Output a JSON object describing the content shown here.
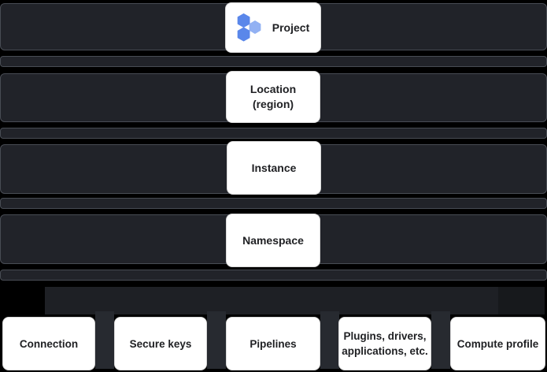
{
  "diagram": {
    "description": "Resource hierarchy diagram, dark theme",
    "levels": [
      {
        "id": "project",
        "label": "Project"
      },
      {
        "id": "location",
        "label": "Location (region)"
      },
      {
        "id": "instance",
        "label": "Instance"
      },
      {
        "id": "namespace",
        "label": "Namespace"
      }
    ],
    "resources": [
      {
        "id": "connection",
        "label": "Connection"
      },
      {
        "id": "secure-keys",
        "label": "Secure keys"
      },
      {
        "id": "pipelines",
        "label": "Pipelines"
      },
      {
        "id": "plugins",
        "label": "Plugins, drivers, applications, etc."
      },
      {
        "id": "compute-profile",
        "label": "Compute profile"
      }
    ],
    "icons": {
      "project_icon": "data-fusion-hexagons-icon"
    },
    "colors": {
      "background": "#000000",
      "band_fill": "#212329",
      "band_border": "#484c54",
      "card_fill": "#ffffff",
      "card_text": "#202124",
      "icon_blue_medium": "#5a87ea",
      "icon_blue_light": "#92b1f3"
    }
  }
}
